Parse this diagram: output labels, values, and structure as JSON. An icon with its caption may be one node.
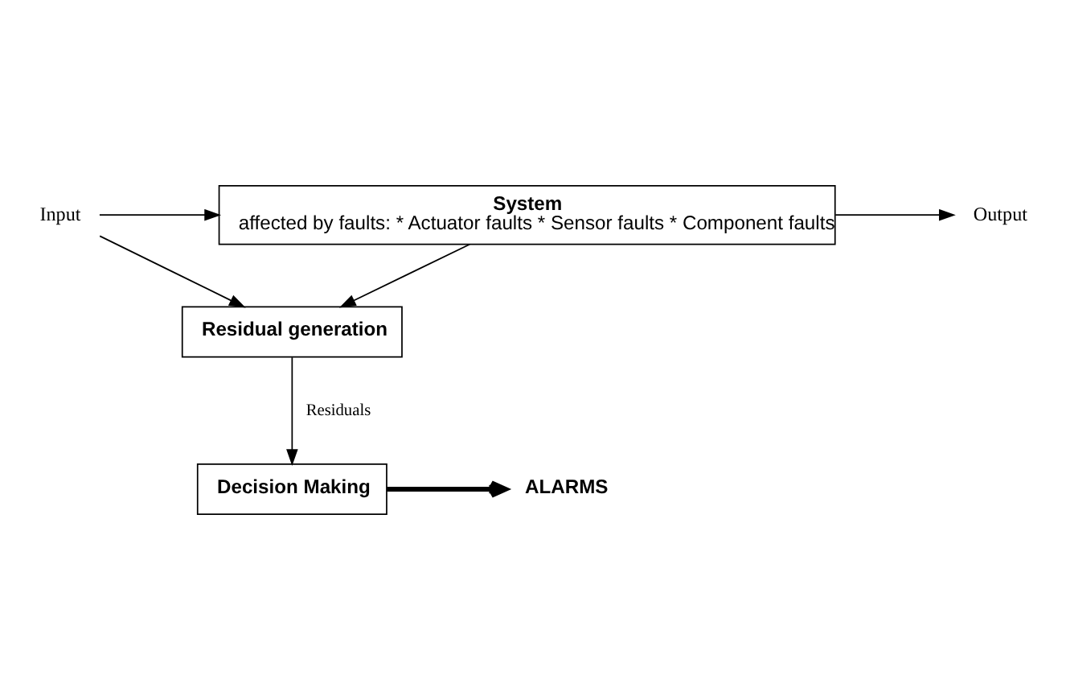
{
  "diagram": {
    "nodes": [
      {
        "text": [
          "Input"
        ]
      },
      {
        "text": [
          "System",
          "affected by faults: * Actuator faults * Sensor faults * Component faults"
        ]
      },
      {
        "text": [
          "Output"
        ]
      },
      {
        "text": [
          "Residual generation"
        ]
      },
      {
        "text": [
          "Decision Making"
        ]
      },
      {
        "text": [
          "ALARMS"
        ]
      }
    ],
    "edges": [
      {
        "from": 0,
        "to": 1,
        "arrow": "to"
      },
      {
        "from": 0,
        "to": 3,
        "arrow": "to"
      },
      {
        "from": 1,
        "to": 2,
        "arrow": "to"
      },
      {
        "from": 1,
        "to": 3,
        "arrow": "to"
      },
      {
        "from": 3,
        "to": 4,
        "arrow": "to",
        "label": "Residuals"
      },
      {
        "from": 4,
        "to": 5,
        "arrow": "to",
        "style": "thick"
      }
    ]
  }
}
